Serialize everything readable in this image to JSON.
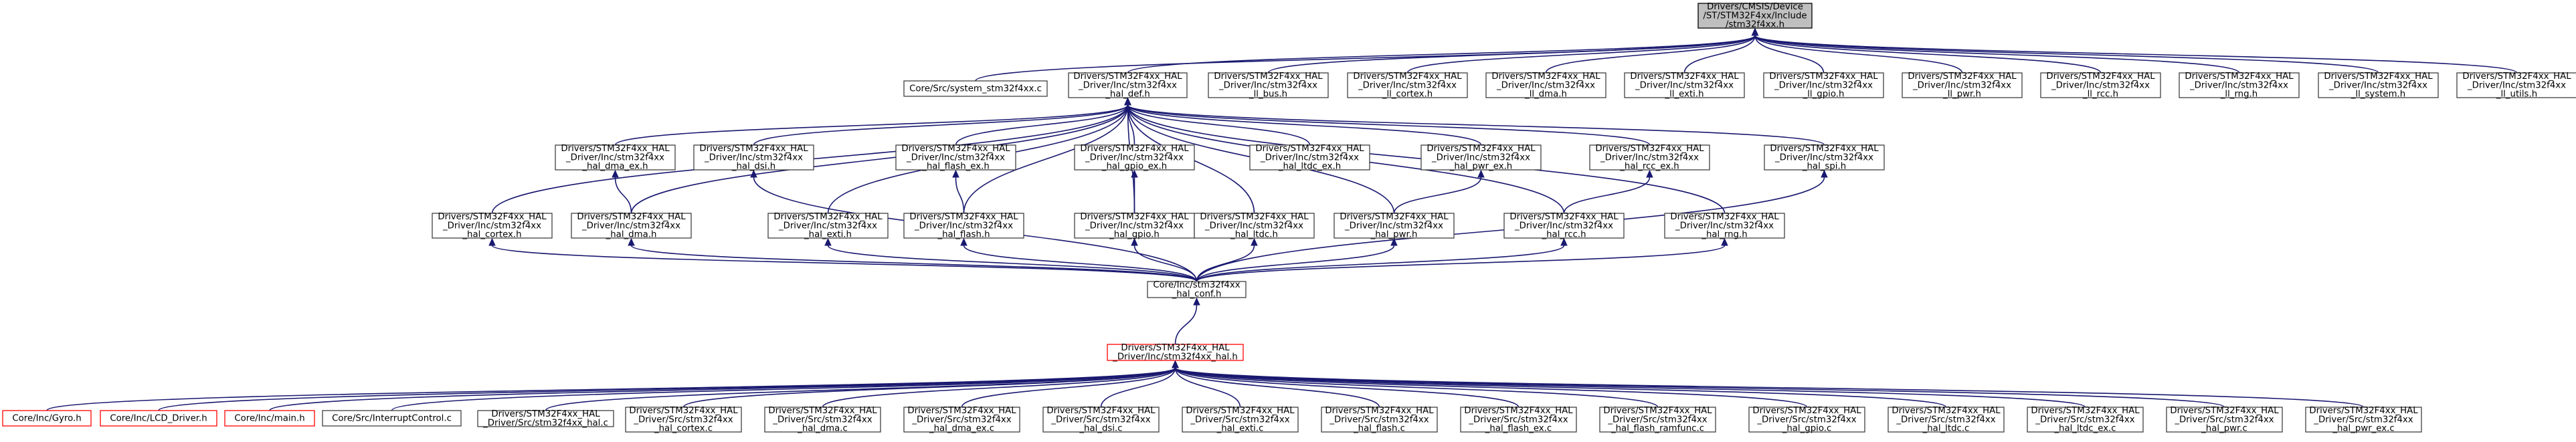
{
  "diagram": {
    "title": "",
    "nodes": [
      {
        "id": "root",
        "lines": [
          "Drivers/CMSIS/Device",
          "/ST/STM32F4xx/Include",
          "/stm32f4xx.h"
        ],
        "style": "root"
      },
      {
        "id": "sys_c",
        "lines": [
          "Core/Src/system_stm32f4xx.c"
        ]
      },
      {
        "id": "hal_def",
        "lines": [
          "Drivers/STM32F4xx_HAL",
          "_Driver/Inc/stm32f4xx",
          "_hal_def.h"
        ]
      },
      {
        "id": "ll_bus",
        "lines": [
          "Drivers/STM32F4xx_HAL",
          "_Driver/Inc/stm32f4xx",
          "_ll_bus.h"
        ]
      },
      {
        "id": "ll_cortex",
        "lines": [
          "Drivers/STM32F4xx_HAL",
          "_Driver/Inc/stm32f4xx",
          "_ll_cortex.h"
        ]
      },
      {
        "id": "ll_dma",
        "lines": [
          "Drivers/STM32F4xx_HAL",
          "_Driver/Inc/stm32f4xx",
          "_ll_dma.h"
        ]
      },
      {
        "id": "ll_exti",
        "lines": [
          "Drivers/STM32F4xx_HAL",
          "_Driver/Inc/stm32f4xx",
          "_ll_exti.h"
        ]
      },
      {
        "id": "ll_gpio",
        "lines": [
          "Drivers/STM32F4xx_HAL",
          "_Driver/Inc/stm32f4xx",
          "_ll_gpio.h"
        ]
      },
      {
        "id": "ll_pwr",
        "lines": [
          "Drivers/STM32F4xx_HAL",
          "_Driver/Inc/stm32f4xx",
          "_ll_pwr.h"
        ]
      },
      {
        "id": "ll_rcc",
        "lines": [
          "Drivers/STM32F4xx_HAL",
          "_Driver/Inc/stm32f4xx",
          "_ll_rcc.h"
        ]
      },
      {
        "id": "ll_rng",
        "lines": [
          "Drivers/STM32F4xx_HAL",
          "_Driver/Inc/stm32f4xx",
          "_ll_rng.h"
        ]
      },
      {
        "id": "ll_system",
        "lines": [
          "Drivers/STM32F4xx_HAL",
          "_Driver/Inc/stm32f4xx",
          "_ll_system.h"
        ]
      },
      {
        "id": "ll_utils",
        "lines": [
          "Drivers/STM32F4xx_HAL",
          "_Driver/Inc/stm32f4xx",
          "_ll_utils.h"
        ]
      },
      {
        "id": "dma_ex",
        "lines": [
          "Drivers/STM32F4xx_HAL",
          "_Driver/Inc/stm32f4xx",
          "_hal_dma_ex.h"
        ]
      },
      {
        "id": "dsi",
        "lines": [
          "Drivers/STM32F4xx_HAL",
          "_Driver/Inc/stm32f4xx",
          "_hal_dsi.h"
        ]
      },
      {
        "id": "flash_ex",
        "lines": [
          "Drivers/STM32F4xx_HAL",
          "_Driver/Inc/stm32f4xx",
          "_hal_flash_ex.h"
        ]
      },
      {
        "id": "gpio_ex",
        "lines": [
          "Drivers/STM32F4xx_HAL",
          "_Driver/Inc/stm32f4xx",
          "_hal_gpio_ex.h"
        ]
      },
      {
        "id": "ltdc_ex",
        "lines": [
          "Drivers/STM32F4xx_HAL",
          "_Driver/Inc/stm32f4xx",
          "_hal_ltdc_ex.h"
        ]
      },
      {
        "id": "pwr_ex",
        "lines": [
          "Drivers/STM32F4xx_HAL",
          "_Driver/Inc/stm32f4xx",
          "_hal_pwr_ex.h"
        ]
      },
      {
        "id": "rcc_ex",
        "lines": [
          "Drivers/STM32F4xx_HAL",
          "_Driver/Inc/stm32f4xx",
          "_hal_rcc_ex.h"
        ]
      },
      {
        "id": "spi",
        "lines": [
          "Drivers/STM32F4xx_HAL",
          "_Driver/Inc/stm32f4xx",
          "_hal_spi.h"
        ]
      },
      {
        "id": "cortex_h",
        "lines": [
          "Drivers/STM32F4xx_HAL",
          "_Driver/Inc/stm32f4xx",
          "_hal_cortex.h"
        ]
      },
      {
        "id": "dma_h",
        "lines": [
          "Drivers/STM32F4xx_HAL",
          "_Driver/Inc/stm32f4xx",
          "_hal_dma.h"
        ]
      },
      {
        "id": "exti_h",
        "lines": [
          "Drivers/STM32F4xx_HAL",
          "_Driver/Inc/stm32f4xx",
          "_hal_exti.h"
        ]
      },
      {
        "id": "flash_h",
        "lines": [
          "Drivers/STM32F4xx_HAL",
          "_Driver/Inc/stm32f4xx",
          "_hal_flash.h"
        ]
      },
      {
        "id": "gpio_h",
        "lines": [
          "Drivers/STM32F4xx_HAL",
          "_Driver/Inc/stm32f4xx",
          "_hal_gpio.h"
        ]
      },
      {
        "id": "ltdc_h",
        "lines": [
          "Drivers/STM32F4xx_HAL",
          "_Driver/Inc/stm32f4xx",
          "_hal_ltdc.h"
        ]
      },
      {
        "id": "pwr_h",
        "lines": [
          "Drivers/STM32F4xx_HAL",
          "_Driver/Inc/stm32f4xx",
          "_hal_pwr.h"
        ]
      },
      {
        "id": "rcc_h",
        "lines": [
          "Drivers/STM32F4xx_HAL",
          "_Driver/Inc/stm32f4xx",
          "_hal_rcc.h"
        ]
      },
      {
        "id": "rng_h",
        "lines": [
          "Drivers/STM32F4xx_HAL",
          "_Driver/Inc/stm32f4xx",
          "_hal_rng.h"
        ]
      },
      {
        "id": "hal_conf",
        "lines": [
          "Core/Inc/stm32f4xx",
          "_hal_conf.h"
        ]
      },
      {
        "id": "hal_h",
        "lines": [
          "Drivers/STM32F4xx_HAL",
          "_Driver/Inc/stm32f4xx_hal.h"
        ],
        "style": "red"
      },
      {
        "id": "gyro",
        "lines": [
          "Core/Inc/Gyro.h"
        ],
        "style": "red"
      },
      {
        "id": "lcd",
        "lines": [
          "Core/Inc/LCD_Driver.h"
        ],
        "style": "red"
      },
      {
        "id": "main",
        "lines": [
          "Core/Inc/main.h"
        ],
        "style": "red"
      },
      {
        "id": "intctl",
        "lines": [
          "Core/Src/InterruptControl.c"
        ]
      },
      {
        "id": "s_hal",
        "lines": [
          "Drivers/STM32F4xx_HAL",
          "_Driver/Src/stm32f4xx_hal.c"
        ]
      },
      {
        "id": "s_cortex",
        "lines": [
          "Drivers/STM32F4xx_HAL",
          "_Driver/Src/stm32f4xx",
          "_hal_cortex.c"
        ]
      },
      {
        "id": "s_dma",
        "lines": [
          "Drivers/STM32F4xx_HAL",
          "_Driver/Src/stm32f4xx",
          "_hal_dma.c"
        ]
      },
      {
        "id": "s_dma_ex",
        "lines": [
          "Drivers/STM32F4xx_HAL",
          "_Driver/Src/stm32f4xx",
          "_hal_dma_ex.c"
        ]
      },
      {
        "id": "s_dsi",
        "lines": [
          "Drivers/STM32F4xx_HAL",
          "_Driver/Src/stm32f4xx",
          "_hal_dsi.c"
        ]
      },
      {
        "id": "s_exti",
        "lines": [
          "Drivers/STM32F4xx_HAL",
          "_Driver/Src/stm32f4xx",
          "_hal_exti.c"
        ]
      },
      {
        "id": "s_flash",
        "lines": [
          "Drivers/STM32F4xx_HAL",
          "_Driver/Src/stm32f4xx",
          "_hal_flash.c"
        ]
      },
      {
        "id": "s_flash_ex",
        "lines": [
          "Drivers/STM32F4xx_HAL",
          "_Driver/Src/stm32f4xx",
          "_hal_flash_ex.c"
        ]
      },
      {
        "id": "s_flash_ramfunc",
        "lines": [
          "Drivers/STM32F4xx_HAL",
          "_Driver/Src/stm32f4xx",
          "_hal_flash_ramfunc.c"
        ]
      },
      {
        "id": "s_gpio",
        "lines": [
          "Drivers/STM32F4xx_HAL",
          "_Driver/Src/stm32f4xx",
          "_hal_gpio.c"
        ]
      },
      {
        "id": "s_ltdc",
        "lines": [
          "Drivers/STM32F4xx_HAL",
          "_Driver/Src/stm32f4xx",
          "_hal_ltdc.c"
        ]
      },
      {
        "id": "s_ltdc_ex",
        "lines": [
          "Drivers/STM32F4xx_HAL",
          "_Driver/Src/stm32f4xx",
          "_hal_ltdc_ex.c"
        ]
      },
      {
        "id": "s_pwr",
        "lines": [
          "Drivers/STM32F4xx_HAL",
          "_Driver/Src/stm32f4xx",
          "_hal_pwr.c"
        ]
      },
      {
        "id": "s_pwr_ex",
        "lines": [
          "Drivers/STM32F4xx_HAL",
          "_Driver/Src/stm32f4xx",
          "_hal_pwr_ex.c"
        ]
      }
    ],
    "edges": [
      [
        "sys_c",
        "root"
      ],
      [
        "hal_def",
        "root"
      ],
      [
        "ll_bus",
        "root"
      ],
      [
        "ll_cortex",
        "root"
      ],
      [
        "ll_dma",
        "root"
      ],
      [
        "ll_exti",
        "root"
      ],
      [
        "ll_gpio",
        "root"
      ],
      [
        "ll_pwr",
        "root"
      ],
      [
        "ll_rcc",
        "root"
      ],
      [
        "ll_rng",
        "root"
      ],
      [
        "ll_system",
        "root"
      ],
      [
        "ll_utils",
        "root"
      ],
      [
        "dma_ex",
        "hal_def"
      ],
      [
        "dsi",
        "hal_def"
      ],
      [
        "flash_ex",
        "hal_def"
      ],
      [
        "gpio_ex",
        "hal_def"
      ],
      [
        "ltdc_ex",
        "hal_def"
      ],
      [
        "pwr_ex",
        "hal_def"
      ],
      [
        "rcc_ex",
        "hal_def"
      ],
      [
        "spi",
        "hal_def"
      ],
      [
        "cortex_h",
        "hal_def"
      ],
      [
        "dma_h",
        "hal_def"
      ],
      [
        "exti_h",
        "hal_def"
      ],
      [
        "flash_h",
        "hal_def"
      ],
      [
        "gpio_h",
        "hal_def"
      ],
      [
        "ltdc_h",
        "hal_def"
      ],
      [
        "pwr_h",
        "hal_def"
      ],
      [
        "rcc_h",
        "hal_def"
      ],
      [
        "rng_h",
        "hal_def"
      ],
      [
        "dma_h",
        "dma_ex"
      ],
      [
        "flash_h",
        "flash_ex"
      ],
      [
        "gpio_h",
        "gpio_ex"
      ],
      [
        "pwr_h",
        "pwr_ex"
      ],
      [
        "rcc_h",
        "rcc_ex"
      ],
      [
        "hal_conf",
        "cortex_h"
      ],
      [
        "hal_conf",
        "dma_h"
      ],
      [
        "hal_conf",
        "exti_h"
      ],
      [
        "hal_conf",
        "flash_h"
      ],
      [
        "hal_conf",
        "gpio_h"
      ],
      [
        "hal_conf",
        "ltdc_h"
      ],
      [
        "hal_conf",
        "pwr_h"
      ],
      [
        "hal_conf",
        "rcc_h"
      ],
      [
        "hal_conf",
        "rng_h"
      ],
      [
        "hal_conf",
        "dsi"
      ],
      [
        "hal_conf",
        "spi"
      ],
      [
        "hal_h",
        "hal_conf"
      ],
      [
        "gyro",
        "hal_h"
      ],
      [
        "lcd",
        "hal_h"
      ],
      [
        "main",
        "hal_h"
      ],
      [
        "intctl",
        "hal_h"
      ],
      [
        "s_hal",
        "hal_h"
      ],
      [
        "s_cortex",
        "hal_h"
      ],
      [
        "s_dma",
        "hal_h"
      ],
      [
        "s_dma_ex",
        "hal_h"
      ],
      [
        "s_dsi",
        "hal_h"
      ],
      [
        "s_exti",
        "hal_h"
      ],
      [
        "s_flash",
        "hal_h"
      ],
      [
        "s_flash_ex",
        "hal_h"
      ],
      [
        "s_flash_ramfunc",
        "hal_h"
      ],
      [
        "s_gpio",
        "hal_h"
      ],
      [
        "s_ltdc",
        "hal_h"
      ],
      [
        "s_ltdc_ex",
        "hal_h"
      ],
      [
        "s_pwr",
        "hal_h"
      ],
      [
        "s_pwr_ex",
        "hal_h"
      ]
    ]
  }
}
